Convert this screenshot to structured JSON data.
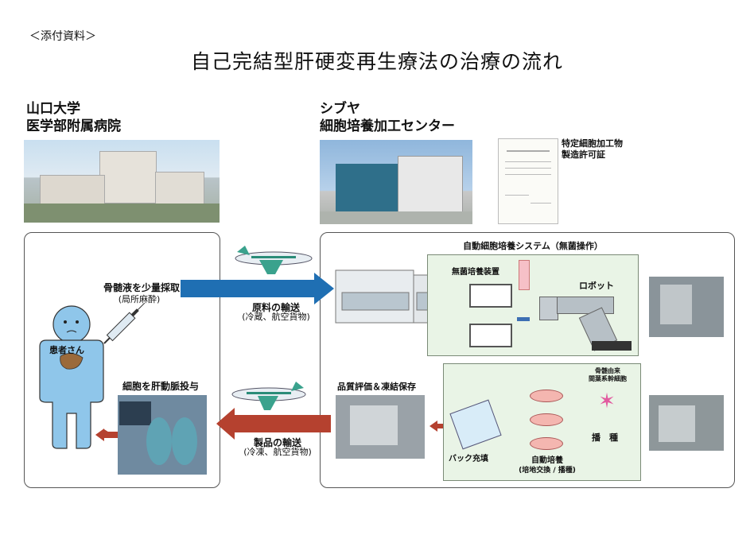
{
  "header_note": "＜添付資料＞",
  "title": "自己完結型肝硬変再生療法の治療の流れ",
  "left_org": {
    "line1": "山口大学",
    "line2": "医学部附属病院"
  },
  "right_org": {
    "line1": "シブヤ",
    "line2": "細胞培養加工センター"
  },
  "license": {
    "line1": "特定細胞加工物",
    "line2": "製造許可証"
  },
  "left_panel": {
    "harvest": "骨髄液を少量採取",
    "anesthesia": "(局所麻酔)",
    "patient": "患者さん",
    "administer": "細胞を肝動脈投与"
  },
  "transport_in": {
    "label": "原料の輸送",
    "sub": "(冷蔵、航空貨物)"
  },
  "transport_out": {
    "label": "製品の輸送",
    "sub": "(冷凍、航空貨物)"
  },
  "system": {
    "title": "自動細胞培養システム（無菌操作）",
    "sterile_device": "無菌培養装置",
    "robot": "ロボット"
  },
  "process": {
    "quality": "品質評価＆凍結保存",
    "cells_line1": "骨髄由来",
    "cells_line2": "間葉系幹細胞",
    "seeding": "播　種",
    "auto_culture": "自動培養",
    "auto_culture_sub": "(培地交換 / 播種)",
    "bag": "バック充填"
  },
  "colors": {
    "blue_arrow": "#1f6fb3",
    "red_arrow": "#b5412f",
    "patient": "#8fc6ea",
    "green_panel": "#e9f4e6"
  }
}
